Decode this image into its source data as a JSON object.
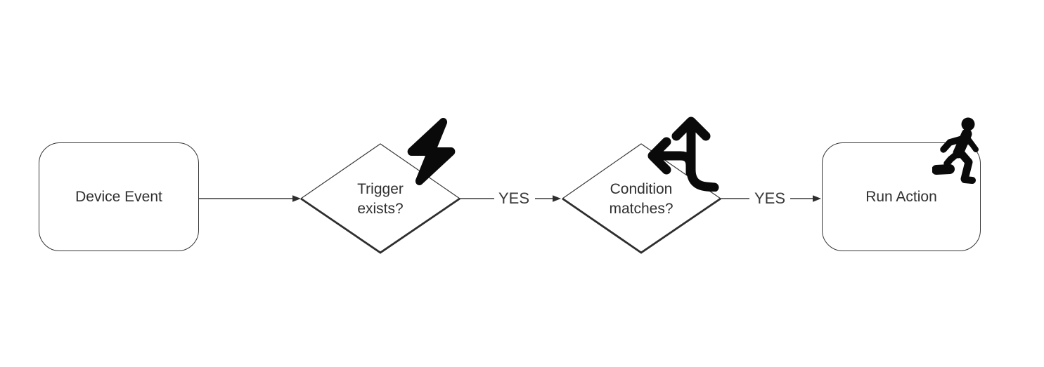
{
  "diagram": {
    "background_color": "#ffffff",
    "line_color": "#3a3a3a",
    "thick_edge_color": "#2e2e2e",
    "icon_color": "#0a0a0a",
    "text_color": "#2f2f2f",
    "nodes": [
      {
        "id": "device-event",
        "shape": "rounded-rectangle",
        "label": "Device Event",
        "icon": null
      },
      {
        "id": "trigger-exists",
        "shape": "decision-diamond",
        "label": "Trigger exists?",
        "icon": "bolt-icon"
      },
      {
        "id": "condition-matches",
        "shape": "decision-diamond",
        "label": "Condition matches?",
        "icon": "arrows-split-up-and-left-icon"
      },
      {
        "id": "run-action",
        "shape": "rounded-rectangle",
        "label": "Run Action",
        "icon": "person-running-icon"
      }
    ],
    "edges": [
      {
        "from": "device-event",
        "to": "trigger-exists",
        "label": ""
      },
      {
        "from": "trigger-exists",
        "to": "condition-matches",
        "label": "YES"
      },
      {
        "from": "condition-matches",
        "to": "run-action",
        "label": "YES"
      }
    ]
  }
}
